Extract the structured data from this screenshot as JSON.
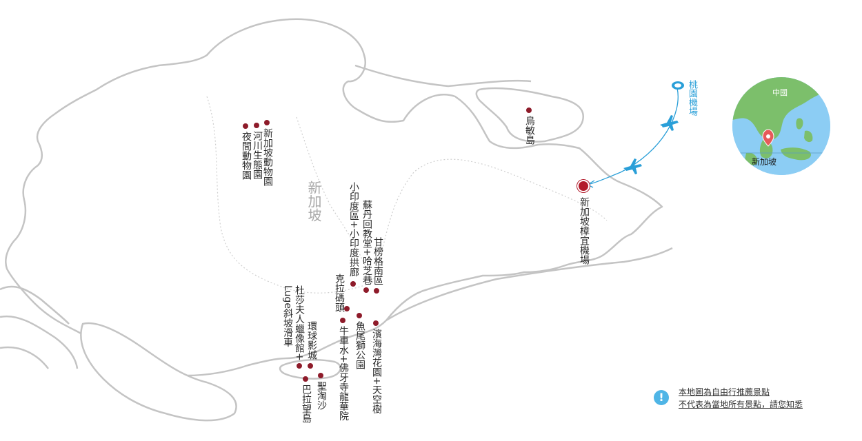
{
  "map": {
    "country_label": "新加坡",
    "attractions": [
      {
        "id": "zoo",
        "label": "新加坡動物園"
      },
      {
        "id": "river",
        "label": "河川生態園"
      },
      {
        "id": "night",
        "label": "夜間動物園"
      },
      {
        "id": "ubin",
        "label": "烏敏島"
      },
      {
        "id": "littleindia",
        "label": "小印度區+小印度拱廊"
      },
      {
        "id": "sultan",
        "label": "蘇丹回教堂+哈芝巷"
      },
      {
        "id": "kampong",
        "label": "甘榜格南區"
      },
      {
        "id": "clarke",
        "label": "克拉碼頭"
      },
      {
        "id": "merlion",
        "label": "魚尾獅公園"
      },
      {
        "id": "chinatown",
        "label": "牛車水+佛牙寺龍華院"
      },
      {
        "id": "marina",
        "label": "濱海灣花園+天空樹"
      },
      {
        "id": "tussauds",
        "label": "杜莎夫人蠟像館+"
      },
      {
        "id": "luge",
        "label": "Luge斜坡滑車"
      },
      {
        "id": "universal",
        "label": "環球影城"
      },
      {
        "id": "sentosa",
        "label": "聖淘沙"
      },
      {
        "id": "palawan",
        "label": "巴拉望島"
      }
    ],
    "airports": {
      "taoyuan": "桃園機場",
      "changi": "新加坡樟宜機場"
    },
    "inset": {
      "china_label": "中國",
      "singapore_label": "新加坡"
    },
    "notice": {
      "line1": "本地圖為自由行推薦景點",
      "line2": "不代表為當地所有景點，請您知悉"
    }
  },
  "colors": {
    "land_stroke": "#bdbdbd",
    "attraction_dot": "#8e1b2a",
    "route_blue": "#2a9fd8",
    "water": "#8ccdf4",
    "land_inset": "#7cbf6b"
  }
}
